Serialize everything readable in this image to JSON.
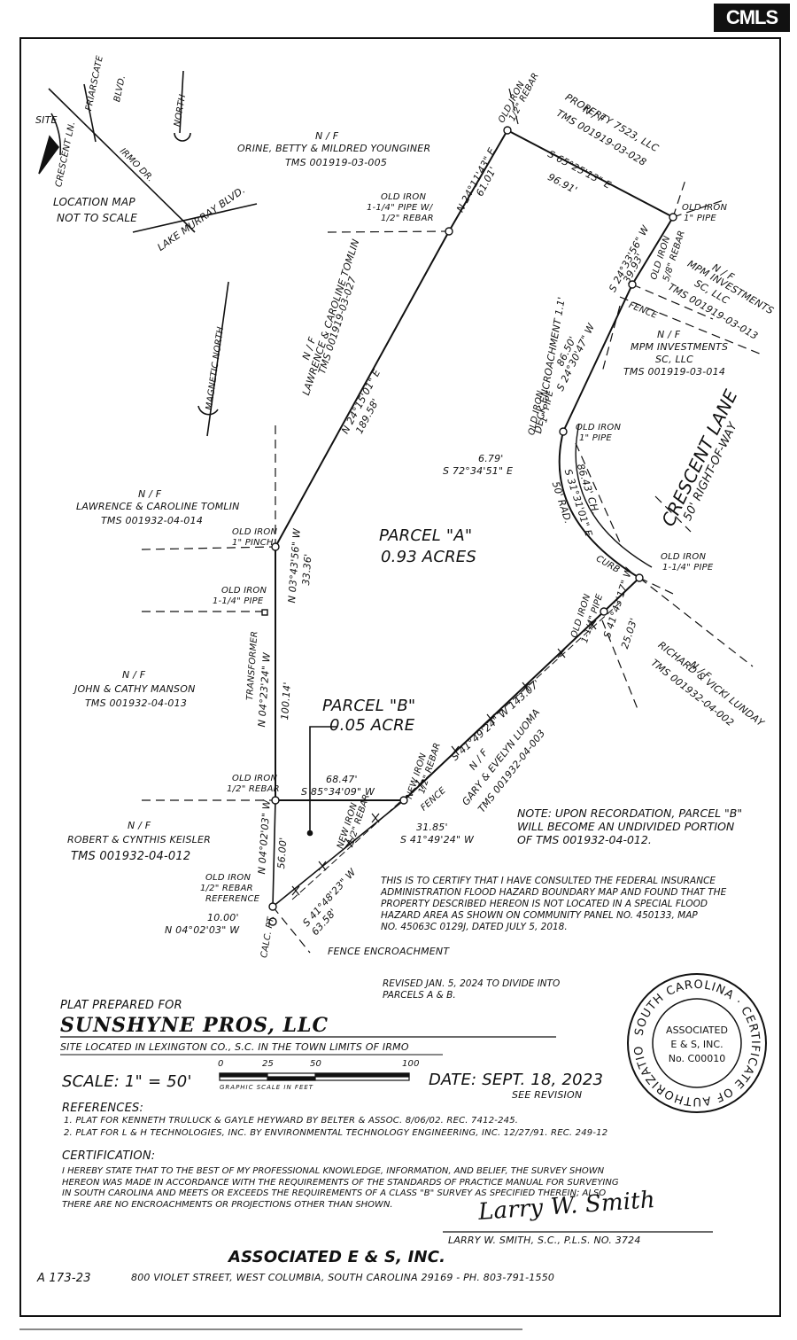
{
  "badge": "CMLS",
  "location_map": {
    "site": "SITE",
    "crescent": "CRESCENT LN.",
    "frarscate": "FRIARSCATE",
    "blvd": "BLVD.",
    "irmo": "IRMO DR.",
    "north": "NORTH",
    "lake_murray": "LAKE MURRAY BLVD.",
    "caption1": "LOCATION MAP",
    "caption2": "NOT TO SCALE"
  },
  "magnetic_north": "MAGNETIC NORTH",
  "parcels": {
    "a_title": "PARCEL \"A\"",
    "a_area": "0.93 ACRES",
    "b_title": "PARCEL \"B\"",
    "b_area": "0.05 ACRE"
  },
  "owners": {
    "younginer_nf": "N / F",
    "younginer_name": "ORINE, BETTY & MILDRED YOUNGINER",
    "younginer_tms": "TMS 001919-03-005",
    "prop7523_nf": "N / F",
    "prop7523_name": "PROPERTY 7523, LLC",
    "prop7523_tms": "TMS 001919-03-028",
    "mpm1_nf": "N / F",
    "mpm1_name": "MPM INVESTMENTS",
    "mpm1_name2": "SC, LLC",
    "mpm1_tms": "TMS 001919-03-013",
    "mpm2_nf": "N / F",
    "mpm2_name": "MPM INVESTMENTS",
    "mpm2_name2": "SC, LLC",
    "mpm2_tms": "TMS 001919-03-014",
    "tomlin1_nf": "N / F",
    "tomlin1_name": "LAWRENCE & CAROLINE TOMLIN",
    "tomlin1_tms": "TMS 001919-03-027",
    "tomlin2_nf": "N / F",
    "tomlin2_name": "LAWRENCE & CAROLINE TOMLIN",
    "tomlin2_tms": "TMS 001932-04-014",
    "manson_nf": "N / F",
    "manson_name": "JOHN & CATHY MANSON",
    "manson_tms": "TMS 001932-04-013",
    "keisler_nf": "N / F",
    "keisler_name": "ROBERT & CYNTHIS KEISLER",
    "keisler_tms": "TMS 001932-04-012",
    "luoma_nf": "N / F",
    "luoma_name": "GARY & EVELYN LUOMA",
    "luoma_tms": "TMS 001932-04-003",
    "lunday_nf": "N / F",
    "lunday_name": "RICHARD & VICKI LUNDAY",
    "lunday_tms": "TMS 001932-04-002"
  },
  "road": {
    "name": "CRESCENT LANE",
    "row": "50' RIGHT-OF-WAY",
    "curb": "CURB"
  },
  "bearings": {
    "b1": "N 24°11'43\" E",
    "b1d": "61.01'",
    "b2": "S 65°25'13\" E",
    "b2d": "96.91'",
    "b3": "S 24°33'56\" W",
    "b3d": "39.93'",
    "b4": "86.50'",
    "b4b": "S 24°30'47\" W",
    "b5": "N 24°15'01\" E",
    "b5d": "189.58'",
    "b6": "6.79'",
    "b6b": "S 72°34'51\" E",
    "b7": "86.43' CH.",
    "b7b": "S 31°31'01\" E",
    "b7c": "50' RAD.",
    "b8": "S 41°43'17\" W",
    "b8d": "25.03'",
    "b9": "S 41°49'24\" W  143.07'",
    "b10": "N 03°43'56\" W",
    "b10d": "33.36'",
    "b11": "N 04°23'24\" W",
    "b11d": "100.14'",
    "b12": "68.47'",
    "b12b": "S 85°34'09\" W",
    "b13": "31.85'",
    "b13b": "S 41°49'24\" W",
    "b14": "N 04°02'03\" W",
    "b14d": "56.00'",
    "b15": "S 41°48'23\" W",
    "b15d": "63.58'",
    "b16": "10.00'",
    "b16b": "N 04°02'03\" W",
    "deck": "DECK ENCROACHMENT 1.1'"
  },
  "monuments": {
    "m1a": "OLD IRON",
    "m1b": "1/2\" REBAR",
    "m2a": "OLD IRON",
    "m2b": "1-1/4\" PIPE W/",
    "m2c": "1/2\" REBAR",
    "m3a": "OLD IRON",
    "m3b": "1\" PIPE",
    "m4a": "OLD IRON",
    "m4b": "5/8\" REBAR",
    "fence1": "FENCE",
    "m5a": "OLD IRON",
    "m5b": "1\" PIPE",
    "m6a": "OLD IRON",
    "m6b": "1\" PIPE",
    "m7a": "OLD IRON",
    "m7b": "1-1/4\" PIPE",
    "m8a": "OLD IRON",
    "m8b": "1-1/4\" PIPE",
    "m9a": "OLD IRON",
    "m9b": "1\" PINCH",
    "m10a": "OLD IRON",
    "m10b": "1-1/4\" PIPE",
    "transformer": "TRANSFORMER",
    "m11a": "OLD IRON",
    "m11b": "1/2\" REBAR",
    "m12a": "NEW IRON",
    "m12b": "1/2\" REBAR",
    "fence2": "FENCE",
    "m13a": "NEW IRON",
    "m13b": "1/2\" REBAR",
    "m14a": "OLD IRON",
    "m14b": "1/2\" REBAR",
    "m14c": "REFERENCE",
    "calc": "CALC. PT.",
    "fence_enc": "FENCE ENCROACHMENT"
  },
  "note": {
    "l1": "NOTE: UPON RECORDATION, PARCEL \"B\"",
    "l2": "WILL BECOME AN UNDIVIDED PORTION",
    "l3": "OF TMS 001932-04-012."
  },
  "flood": {
    "l1": "THIS IS TO CERTIFY THAT I HAVE CONSULTED THE FEDERAL INSURANCE",
    "l2": "ADMINISTRATION FLOOD HAZARD BOUNDARY MAP AND FOUND THAT THE",
    "l3": "PROPERTY DESCRIBED HEREON IS NOT LOCATED IN A SPECIAL FLOOD",
    "l4": "HAZARD AREA AS SHOWN ON COMMUNITY PANEL NO. 450133, MAP",
    "l5": "NO. 45063C 0129J, DATED JULY 5, 2018."
  },
  "revised": {
    "l1": "REVISED JAN. 5, 2024 TO DIVIDE INTO",
    "l2": "PARCELS A & B."
  },
  "title_block": {
    "prepared_for": "PLAT PREPARED FOR",
    "client": "SUNSHYNE PROS, LLC",
    "site": "SITE LOCATED IN LEXINGTON CO., S.C. IN THE TOWN LIMITS OF IRMO",
    "scale": "SCALE:  1\" = 50'",
    "bar_labels": [
      "0",
      "25",
      "50",
      "100"
    ],
    "bar_caption": "GRAPHIC   SCALE   IN   FEET",
    "date": "DATE:  SEPT. 18, 2023",
    "see_revision": "SEE REVISION",
    "references_h": "REFERENCES:",
    "ref1": "1. PLAT FOR KENNETH TRULUCK & GAYLE HEYWARD BY BELTER & ASSOC. 8/06/02. REC. 7412-245.",
    "ref2": "2. PLAT FOR L & H TECHNOLOGIES, INC. BY ENVIRONMENTAL TECHNOLOGY ENGINEERING, INC. 12/27/91. REC. 249-12",
    "cert_h": "CERTIFICATION:",
    "cert1": "I HEREBY STATE THAT TO THE BEST OF MY PROFESSIONAL KNOWLEDGE, INFORMATION, AND BELIEF, THE SURVEY SHOWN",
    "cert2": "HEREON WAS MADE IN ACCORDANCE WITH THE REQUIREMENTS OF THE STANDARDS OF PRACTICE MANUAL FOR SURVEYING",
    "cert3": "IN SOUTH CAROLINA AND MEETS OR EXCEEDS THE REQUIREMENTS OF A CLASS \"B\" SURVEY AS SPECIFIED THEREIN; ALSO",
    "cert4": "THERE ARE NO ENCROACHMENTS OR PROJECTIONS OTHER THAN SHOWN.",
    "signature": "Larry W. Smith",
    "surveyor": "LARRY W. SMITH, S.C., P.L.S. NO. 3724",
    "firm": "ASSOCIATED E & S, INC.",
    "job": "A 173-23",
    "address": "800 VIOLET STREET, WEST COLUMBIA, SOUTH CAROLINA  29169 - PH. 803-791-1550"
  },
  "seal": {
    "ring": "SOUTH CAROLINA · CERTIFICATE OF AUTHORIZATION ·",
    "l1": "ASSOCIATED",
    "l2": "E & S, INC.",
    "l3": "No. C00010"
  }
}
